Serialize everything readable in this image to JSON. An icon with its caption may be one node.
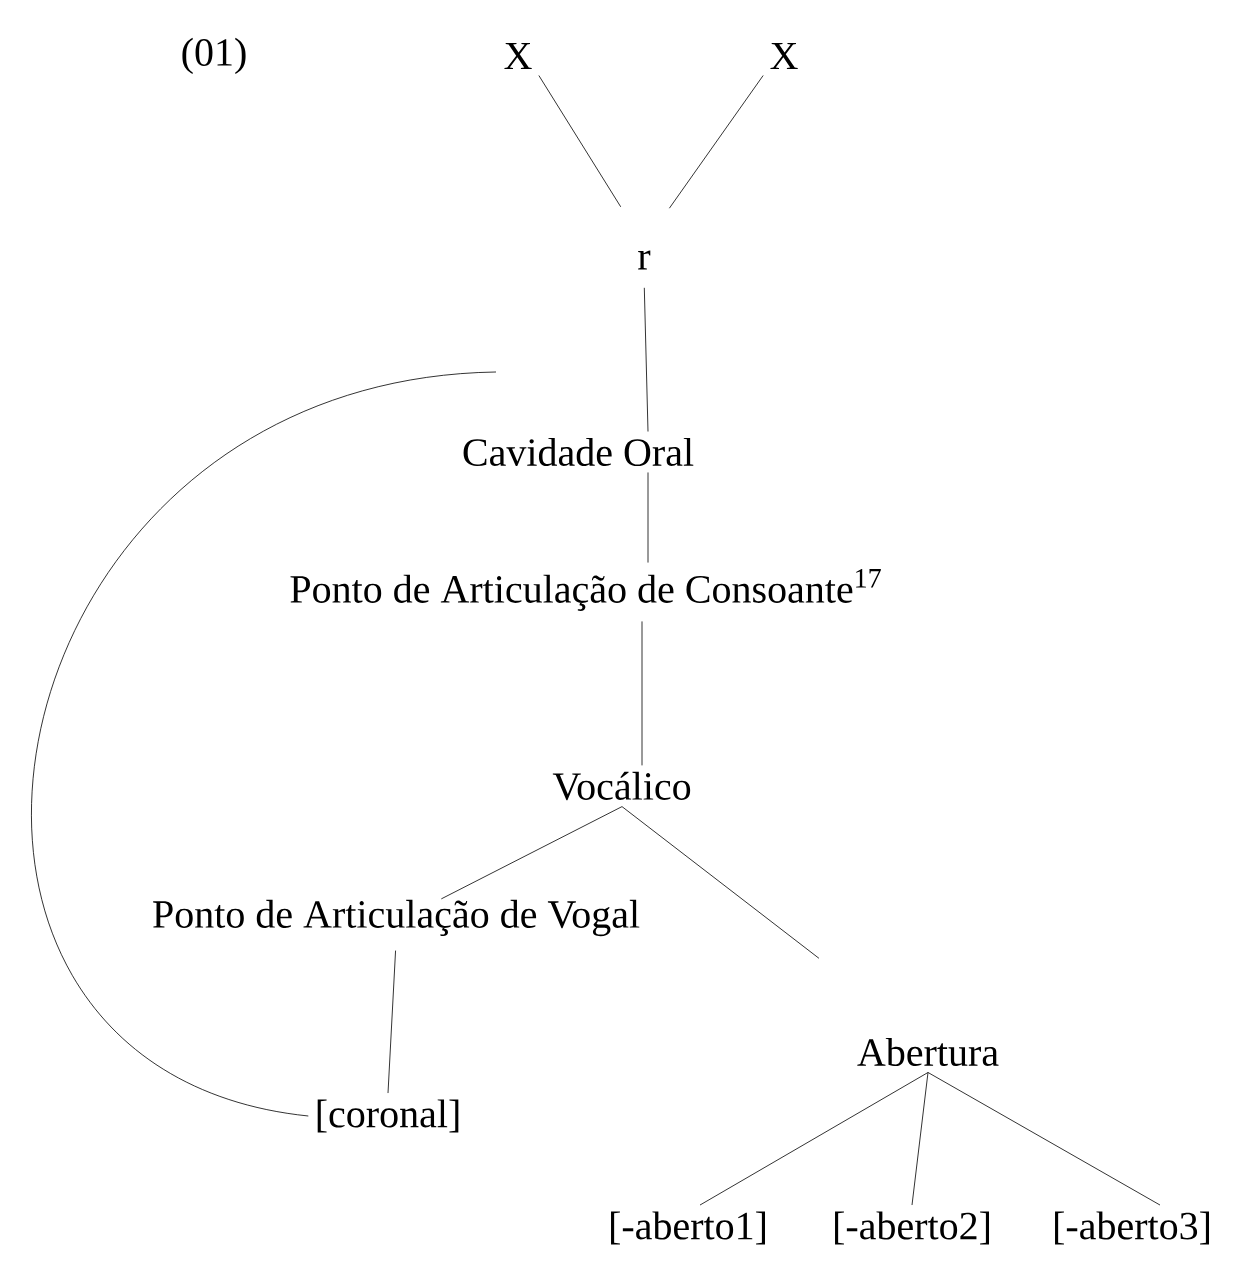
{
  "diagram": {
    "nodes": [
      {
        "text": [
          "X"
        ]
      },
      {
        "text": [
          "X"
        ]
      },
      {
        "text": [
          "r"
        ]
      },
      {
        "text": [
          "Cavidade Oral"
        ]
      },
      {
        "text": [
          "Ponto de Articulação de Consoante$^{17}$"
        ]
      },
      {
        "text": [
          "Vocálico"
        ]
      },
      {
        "text": [
          "Ponto de Articulação de Vogal"
        ]
      },
      {
        "text": [
          "[coronal]"
        ]
      },
      {
        "text": [
          "Abertura"
        ]
      },
      {
        "text": [
          "[-aberto1]"
        ]
      },
      {
        "text": [
          "[-aberto2]"
        ]
      },
      {
        "text": [
          "[-aberto3]"
        ]
      }
    ],
    "edges": [
      {
        "from": 0,
        "to": 2,
        "arrow": "none"
      },
      {
        "from": 1,
        "to": 2,
        "arrow": "none"
      },
      {
        "from": 2,
        "to": 3,
        "arrow": "none"
      },
      {
        "from": 3,
        "to": 4,
        "arrow": "none"
      },
      {
        "from": 4,
        "to": 5,
        "arrow": "none"
      },
      {
        "from": 5,
        "to": 6,
        "arrow": "none"
      },
      {
        "from": 5,
        "to": 8,
        "arrow": "none"
      },
      {
        "from": 6,
        "to": 7,
        "arrow": "none"
      },
      {
        "from": 8,
        "to": 9,
        "arrow": "none"
      },
      {
        "from": 8,
        "to": 10,
        "arrow": "none"
      },
      {
        "from": 8,
        "to": 11,
        "arrow": "none"
      },
      {
        "from": 3,
        "to": 7,
        "arrow": "none"
      }
    ],
    "labels": [
      "(01)"
    ]
  }
}
